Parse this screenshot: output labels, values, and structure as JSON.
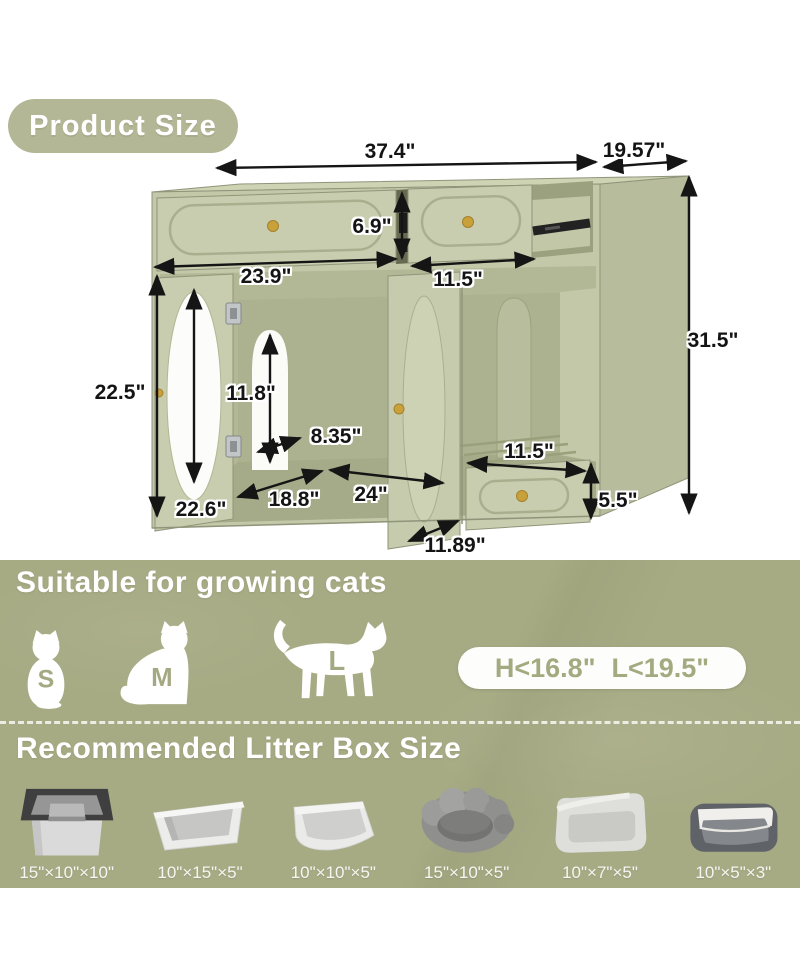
{
  "product_size": {
    "badge_label": "Product Size",
    "dims": {
      "top_width": "37.4\"",
      "top_depth": "19.57\"",
      "drawer_height": "6.9\"",
      "left_section_width": "23.9\"",
      "right_section_width": "11.5\"",
      "door_oval_height": "22.5\"",
      "arch_height": "11.8\"",
      "arch_width": "8.35\"",
      "side_height": "22.6\"",
      "interior_depth": "18.8\"",
      "interior_width": "24\"",
      "door_width": "11.89\"",
      "bottom_drawer_width": "11.5\"",
      "bottom_drawer_height": "5.5\"",
      "overall_height": "31.5\""
    }
  },
  "suitable": {
    "title": "Suitable for growing cats",
    "cats": [
      {
        "label": "S",
        "icon": "cat-small-sitting-front-icon"
      },
      {
        "label": "M",
        "icon": "cat-medium-sitting-profile-icon"
      },
      {
        "label": "L",
        "icon": "cat-large-walking-icon"
      }
    ],
    "height_limit": "H<16.8\"",
    "length_limit": "L<19.5\""
  },
  "recommended": {
    "title": "Recommended Litter Box Size",
    "items": [
      {
        "icon": "litter-box-high-rim-image",
        "size": "15\"×10\"×10\""
      },
      {
        "icon": "litter-pan-image",
        "size": "10\"×15\"×5\""
      },
      {
        "icon": "open-litter-box-image",
        "size": "10\"×10\"×5\""
      },
      {
        "icon": "round-cat-bed-image",
        "size": "15\"×10\"×5\""
      },
      {
        "icon": "square-cat-bed-image",
        "size": "10\"×7\"×5\""
      },
      {
        "icon": "rectangular-cat-bed-image",
        "size": "10\"×5\"×3\""
      }
    ]
  },
  "colors": {
    "section_background": "#a7ab84",
    "badge_background": "#b4b795",
    "pill_text": "#a3aa80",
    "cabinet_body": "#c3c8a9",
    "knob_gold": "#c9a13b",
    "dimension_text": "#141414"
  }
}
